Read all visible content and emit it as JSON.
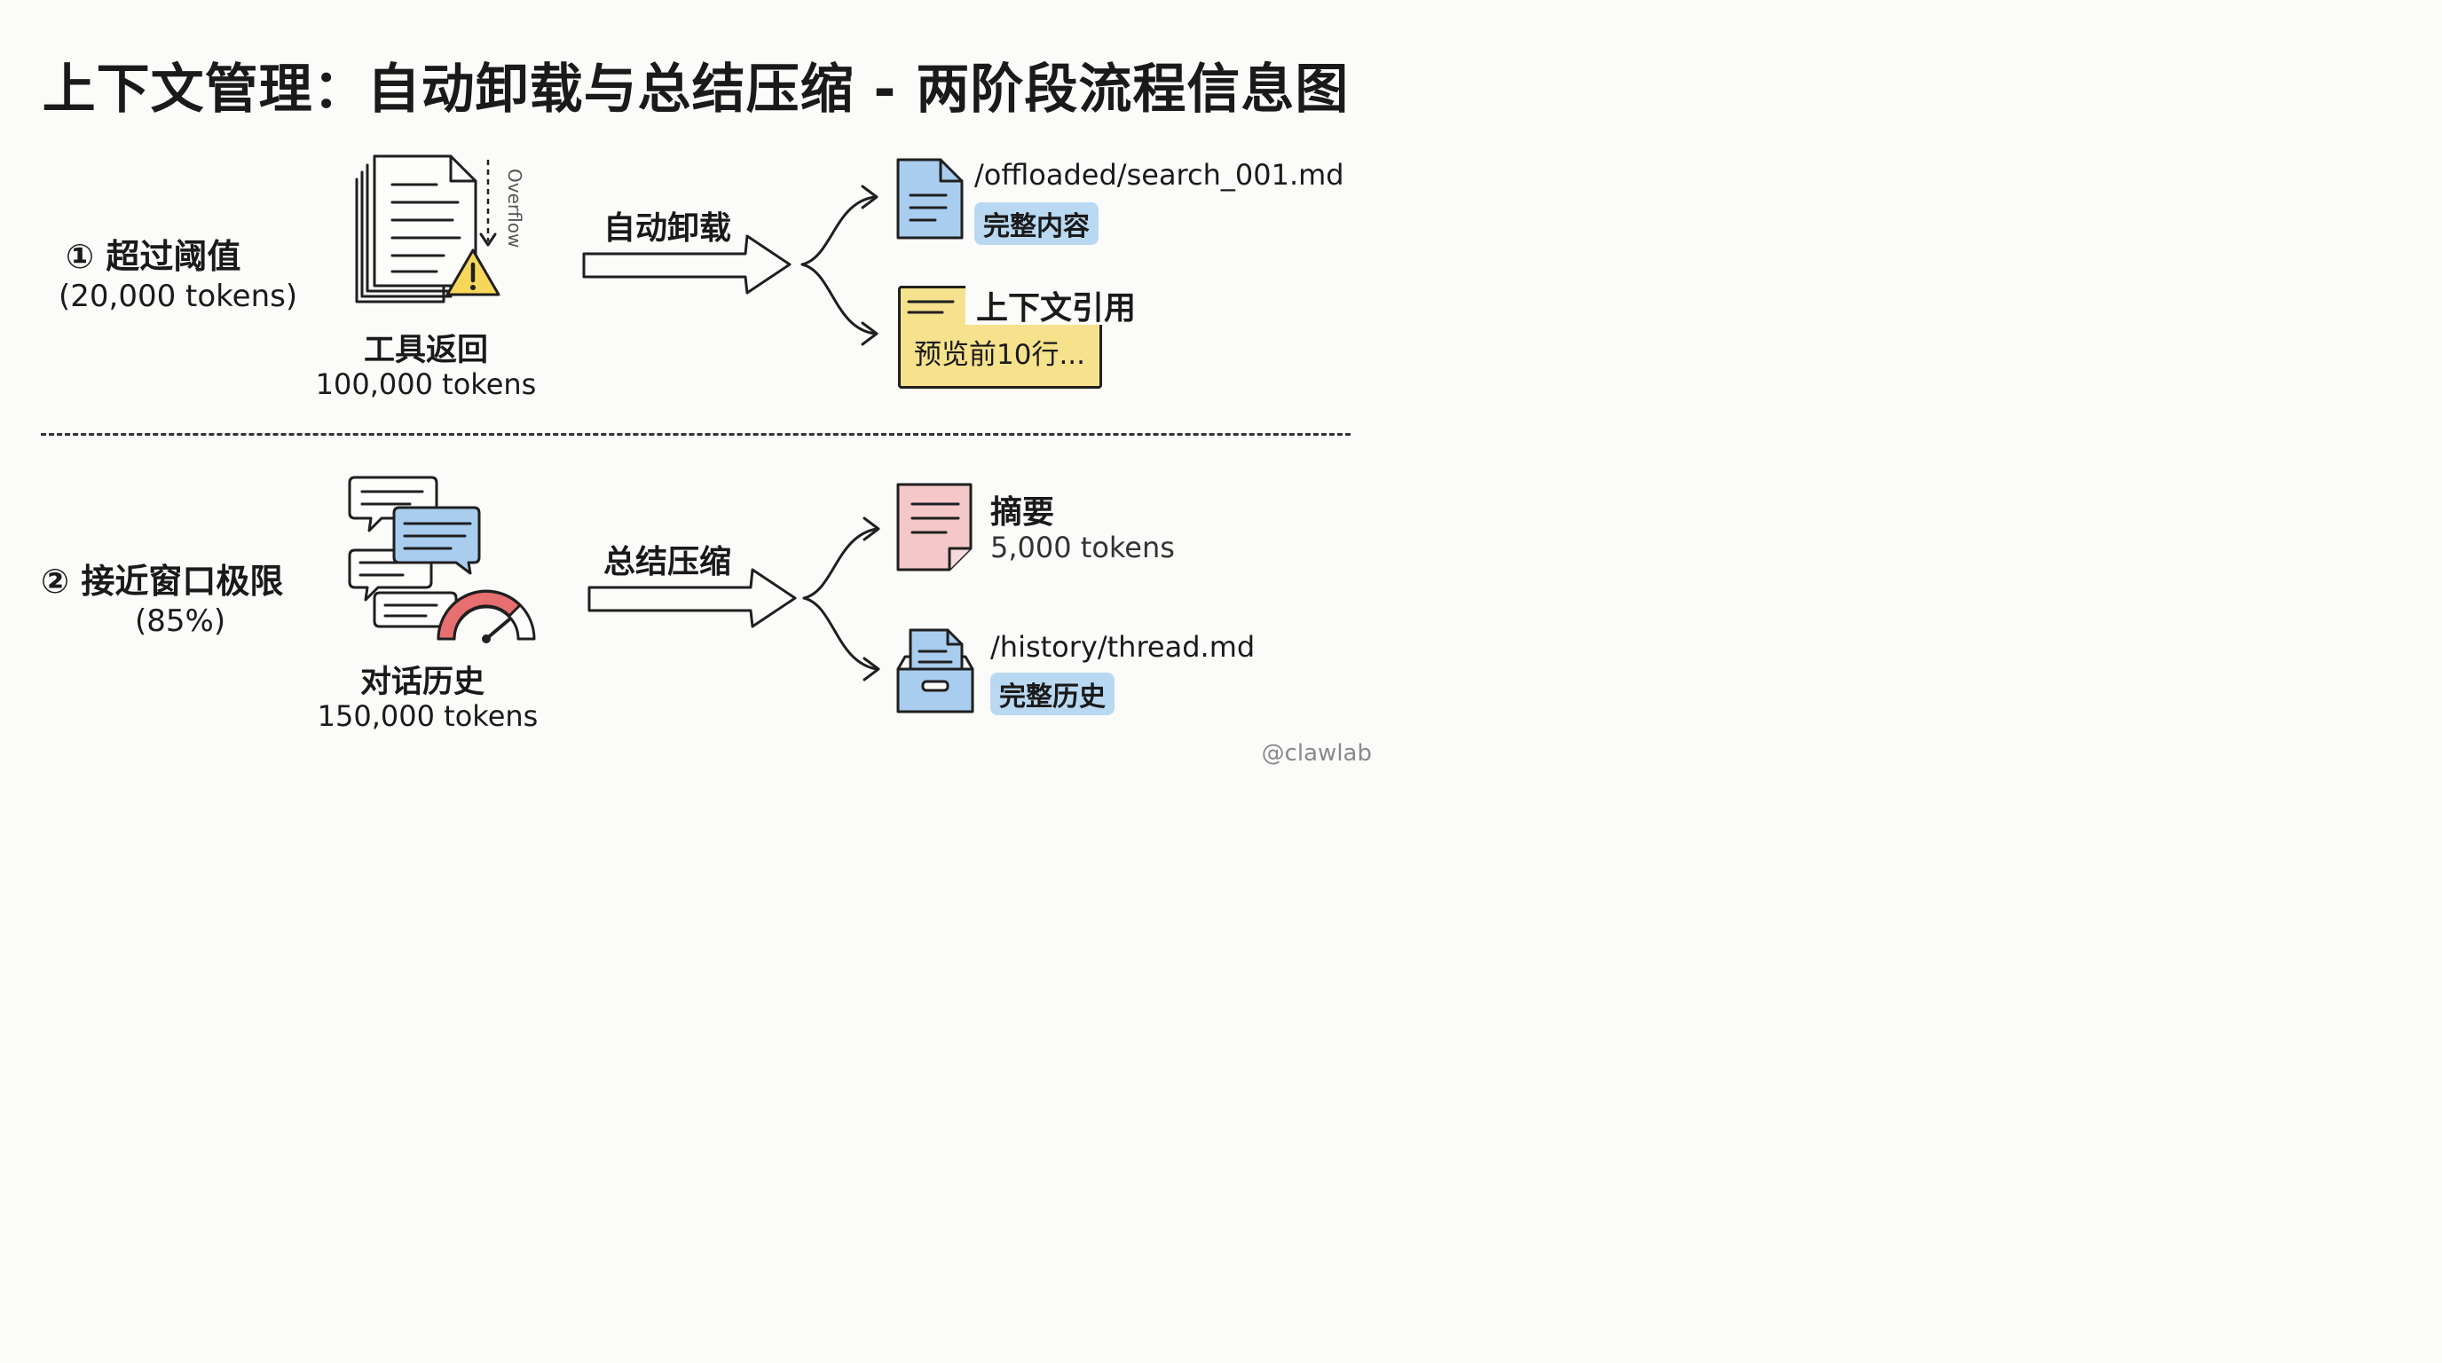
{
  "title": "上下文管理：自动卸载与总结压缩 - 两阶段流程信息图",
  "stage1": {
    "trigger_title": "① 超过阈值",
    "trigger_sub": "(20,000 tokens)",
    "source_label": "工具返回",
    "source_tokens": "100,000 tokens",
    "overflow_label": "Overflow",
    "action": "自动卸载",
    "output1": {
      "path": "/offloaded/search_001.md",
      "badge": "完整内容",
      "icon": "document-icon"
    },
    "output2": {
      "title": "上下文引用",
      "preview": "预览前10行...",
      "icon": "sticky-note-icon"
    }
  },
  "stage2": {
    "trigger_title": "② 接近窗口极限",
    "trigger_sub": "(85%)",
    "source_label": "对话历史",
    "source_tokens": "150,000 tokens",
    "action": "总结压缩",
    "output1": {
      "title": "摘要",
      "tokens": "5,000 tokens",
      "icon": "summary-note-icon"
    },
    "output2": {
      "path": "/history/thread.md",
      "badge": "完整历史",
      "icon": "archive-box-icon"
    }
  },
  "watermark": "@clawlab",
  "colors": {
    "badge": "#b9d9f2",
    "doc_blue": "#a9cdee",
    "sticky_yellow": "#f6e28c",
    "summary_pink": "#f4c7c9",
    "gauge_red": "#e86f6f"
  }
}
